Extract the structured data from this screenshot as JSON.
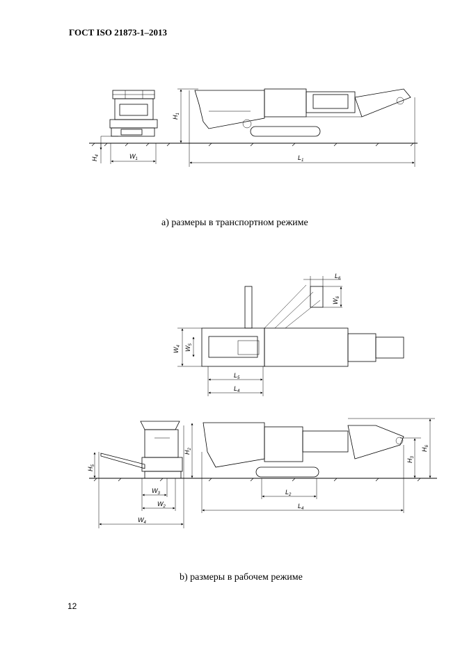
{
  "header": {
    "standard": "ГОСТ ISO 21873-1–2013"
  },
  "figure_a": {
    "caption": "a) размеры в транспортном режиме",
    "labels": {
      "H1": "H",
      "H1_sub": "1",
      "H4": "H",
      "H4_sub": "4",
      "W1": "W",
      "W1_sub": "1",
      "L1": "L",
      "L1_sub": "1"
    }
  },
  "figure_b": {
    "caption": "b) размеры в рабочем режиме",
    "top_labels": {
      "L6": "L",
      "L6_sub": "6",
      "W6": "W",
      "W6_sub": "6",
      "W4": "W",
      "W4_sub": "4",
      "W5": "W",
      "W5_sub": "5",
      "L5": "L",
      "L5_sub": "5",
      "L4": "L",
      "L4_sub": "4"
    },
    "bottom_labels": {
      "H5": "H",
      "H5_sub": "5",
      "H2": "H",
      "H2_sub": "2",
      "W3": "W",
      "W3_sub": "3",
      "W2": "W",
      "W2_sub": "2",
      "W4": "W",
      "W4_sub": "4",
      "L2": "L",
      "L2_sub": "2",
      "L4": "L",
      "L4_sub": "4",
      "H3": "H",
      "H3_sub": "3",
      "H6": "H",
      "H6_sub": "6"
    }
  },
  "footer": {
    "page_number": "12"
  }
}
